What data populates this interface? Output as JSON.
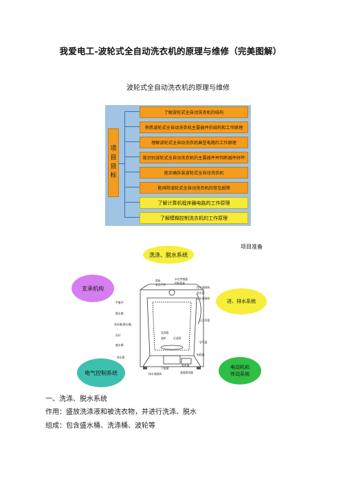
{
  "document": {
    "title": "我爱电工-波轮式全自动洗衣机的原理与维修（完美图解）"
  },
  "figure1": {
    "title": "波轮式全自动洗衣机的原理与维修",
    "side_label": [
      "项",
      "目",
      "目",
      "标"
    ],
    "goals": [
      {
        "text": "了解波轮式全自动洗衣机的结构",
        "style": "orange"
      },
      {
        "text": "熟悉波轮式全自动洗衣机主要器件的结构和工作原理",
        "style": "orange"
      },
      {
        "text": "理解波轮式全自动洗衣机典型电路的工作原理",
        "style": "orange"
      },
      {
        "text": "能识别波轮式全自动洗衣机的主要器件并判断器件好坏",
        "style": "orange"
      },
      {
        "text": "能正确拆装波轮式全自动洗衣机",
        "style": "orange"
      },
      {
        "text": "能排除波轮式全自动洗衣机的常见故障",
        "style": "orange"
      },
      {
        "text": "了解计算机程序器电路的工作原理",
        "style": "yellow"
      },
      {
        "text": "了解模糊控制洗衣机的工作原理",
        "style": "yellow"
      }
    ]
  },
  "figure2": {
    "tag": "项目准备",
    "systems": {
      "wash": "洗涤、脱水系统",
      "support": "支承机构",
      "water": "进、排水系统",
      "electric": "电气控制系统",
      "drive": [
        "电动机和",
        "传动系统"
      ]
    },
    "part_labels": {
      "top_left": [
        "盖板",
        "安全开关"
      ],
      "top_mid": [
        "水位传感器",
        "控制面板"
      ],
      "top_right": [
        "排水电磁阀",
        "进水管",
        "进水电磁阀"
      ],
      "left": [
        "平衡环",
        "脱水桶",
        "洗衣桶(脱水桶)",
        "吊杆",
        "盛水桶",
        "排水管"
      ],
      "center": [
        "洗涤瓶",
        "波轮",
        "过滤网"
      ],
      "right": [
        "压力导管",
        "导气管",
        "电容器"
      ],
      "bottom": [
        "下垫脚",
        "离合器",
        "减速离合器",
        "排水电磁阀"
      ]
    }
  },
  "body": {
    "heading": "一、洗涤、脱水系统",
    "action": "作用：盛放洗涤液和被洗衣物，并进行洗涤、脱水",
    "composition": "组成：包含盛水桶、洗涤桶、波轮等"
  },
  "colors": {
    "panel_blue": "#9fc4e4",
    "orange_box": "#f39c1e",
    "yellow_box": "#f6ea3a",
    "purple": "#d67df0",
    "teal": "#3ec0b0",
    "green": "#2fbf45"
  }
}
